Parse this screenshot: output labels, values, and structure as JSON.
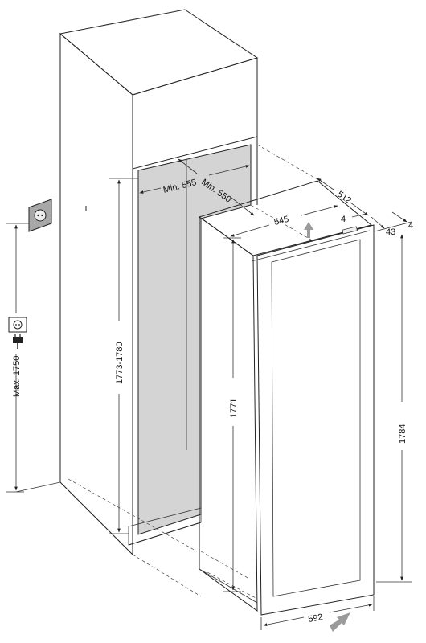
{
  "dimensions": {
    "min_555": "Min. 555",
    "min_550": "Min. 550",
    "d512": "512",
    "d545": "545",
    "d4_top": "4",
    "d4_right": "4",
    "d43": "43",
    "d1773": "1773-1780",
    "d1771": "1771",
    "d1784": "1784",
    "d592": "592",
    "max1750": "Max. 1750"
  },
  "colors": {
    "cavity": "#d4d4d4",
    "line": "#222222",
    "arrow": "#9a9a9a",
    "socket": "#a8a8a8"
  },
  "icons": [
    "wall-socket-icon",
    "plug-icon",
    "arrow-up-icon",
    "arrow-push-icon"
  ]
}
